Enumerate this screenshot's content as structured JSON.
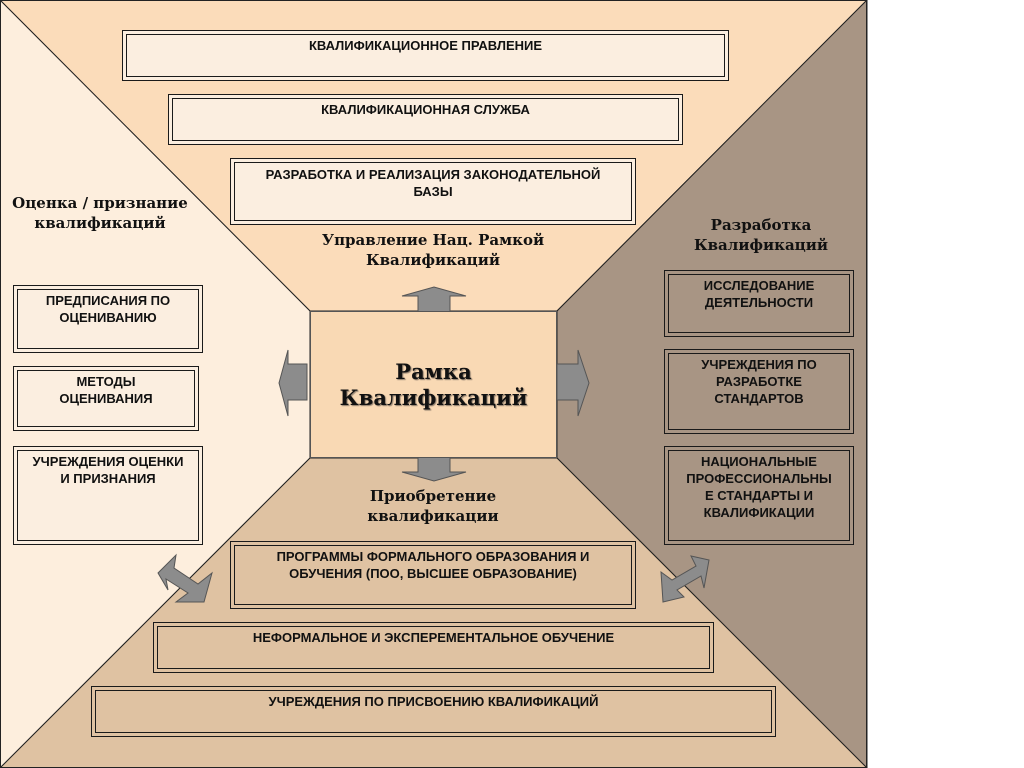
{
  "center": {
    "title_line1": "Рамка",
    "title_line2": "Квалификаций"
  },
  "top": {
    "boxes": [
      "КВАЛИФИКАЦИОННОЕ ПРАВЛЕНИЕ",
      "КВАЛИФИКАЦИОННАЯ СЛУЖБА",
      "РАЗРАБОТКА И РЕАЛИЗАЦИЯ ЗАКОНОДАТЕЛЬНОЙ",
      "БАЗЫ"
    ],
    "label_line1": "Управление Нац. Рамкой",
    "label_line2": "Квалификаций"
  },
  "left": {
    "label_line1": "Оценка / признание",
    "label_line2": "квалификаций",
    "boxes": [
      [
        "ПРЕДПИСАНИЯ ПО",
        "ОЦЕНИВАНИЮ"
      ],
      [
        "МЕТОДЫ",
        "ОЦЕНИВАНИЯ"
      ],
      [
        "УЧРЕЖДЕНИЯ ОЦЕНКИ",
        "И ПРИЗНАНИЯ"
      ]
    ]
  },
  "right": {
    "label_line1": "Разработка",
    "label_line2": "Квалификаций",
    "boxes": [
      [
        "ИССЛЕДОВАНИЕ",
        "ДЕЯТЕЛЬНОСТИ"
      ],
      [
        "УЧРЕЖДЕНИЯ ПО",
        "РАЗРАБОТКЕ",
        "СТАНДАРТОВ"
      ],
      [
        "НАЦИОНАЛЬНЫЕ",
        "ПРОФЕССИОНАЛЬНЫ",
        "Е СТАНДАРТЫ И",
        "КВАЛИФИКАЦИИ"
      ]
    ]
  },
  "bottom": {
    "label_line1": "Приобретение",
    "label_line2": "квалификации",
    "boxes": [
      [
        "ПРОГРАММЫ ФОРМАЛЬНОГО ОБРАЗОВАНИЯ И",
        "ОБУЧЕНИЯ (ПОО, ВЫСШЕЕ ОБРАЗОВАНИЕ)"
      ],
      [
        "НЕФОРМАЛЬНОЕ И ЭКСПЕРЕМЕНТАЛЬНОЕ ОБУЧЕНИЕ"
      ],
      [
        "УЧРЕЖДЕНИЯ ПО ПРИСВОЕНИЮ КВАЛИФИКАЦИЙ"
      ]
    ]
  },
  "colors": {
    "top_panel": "#fbdcba",
    "left_panel": "#fdeedd",
    "right_panel": "#a89584",
    "bottom_panel": "#dfc2a2",
    "center_box": "#f9d9b4",
    "arrow": "#8c8c8c"
  }
}
